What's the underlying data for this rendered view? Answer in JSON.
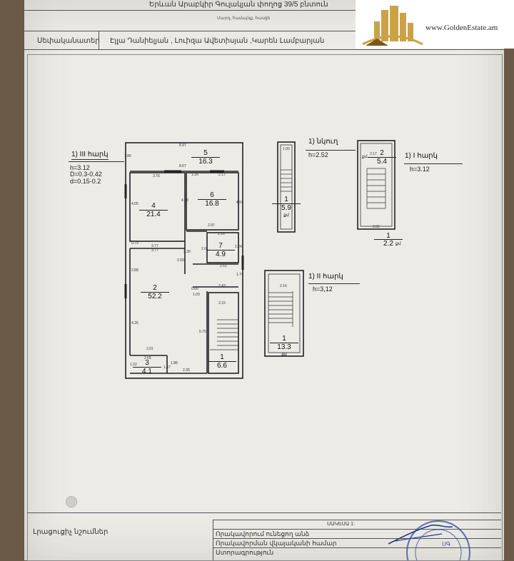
{
  "header": {
    "address": "Երևան Արաբկիր Գուլակյան փողոց 39/5 բնտուն",
    "address_caption": "Մարզ, համայնք, հասցե",
    "owner_label": "Սեփականատեր",
    "owners": "Էլլա Դանիելյան  , Լուիզա Ավետիսյան ,Կարեն Լամբարյան"
  },
  "logo": {
    "text": "www.GoldenEstate.am",
    "accent": "#c9a24a"
  },
  "floors": {
    "third": {
      "title": "1) III հարկ",
      "h": "h=3.12",
      "D": "D=0.3-0.42",
      "d": "d=0.15-0.2"
    },
    "basement": {
      "title": "1) նկուղ",
      "h": "h=2.52"
    },
    "first": {
      "title": "1) I հարկ",
      "h": "h=3.12"
    },
    "second": {
      "title": "1) II հարկ",
      "h": "h=3,12"
    }
  },
  "plan_main": {
    "rooms": [
      {
        "no": "5",
        "area": "16.3"
      },
      {
        "no": "6",
        "area": "16.8"
      },
      {
        "no": "4",
        "area": "21.4"
      },
      {
        "no": "7",
        "area": "4.9"
      },
      {
        "no": "2",
        "area": "52.2"
      },
      {
        "no": "3",
        "area": "4.1"
      },
      {
        "no": "1",
        "area": "6.6"
      }
    ],
    "dims": [
      "8.97",
      "8.67",
      "3.76",
      "1.16",
      "2.17",
      "4.28",
      "4.05",
      "4.04",
      "2.97",
      "2.16",
      "3.77",
      "3.77",
      "2.24",
      "2.51",
      "2.00",
      "3.30",
      "2.01",
      "0.79",
      "2.88",
      "1.74",
      "2.43",
      "0.60",
      "1.03",
      "2.15",
      "4.26",
      "5.75",
      "2.91",
      "2.65",
      "1.22",
      "1.57",
      "1.88",
      "2.35",
      "1.86"
    ]
  },
  "plan_basement": {
    "room_no": "1",
    "area": "5.9",
    "unit": "քմ",
    "dim": "1.00"
  },
  "plan_first": {
    "room_top_no": "2",
    "room_top_area": "5.4",
    "room_top_unit": "քմ",
    "dim_top": "2.17",
    "room_bottom_no": "1",
    "room_bottom_area": "2.2",
    "room_bottom_unit": "քմ",
    "dim_bottom": "2.02"
  },
  "plan_second": {
    "room_no": "1",
    "area": "13.3",
    "unit": "քմ",
    "dim": "2.16"
  },
  "footer": {
    "left_label": "Լրացուցիչ նշումներ",
    "table_title": "ՍԱԿԵՍԱ 1:",
    "rows": [
      "Որակավորում ունեցող անձ",
      "Որակավորման վկայականի համար",
      "Ստորագրություն"
    ],
    "stamp_text": "ՍԳ",
    "stamp_color": "#3b4fa8"
  }
}
